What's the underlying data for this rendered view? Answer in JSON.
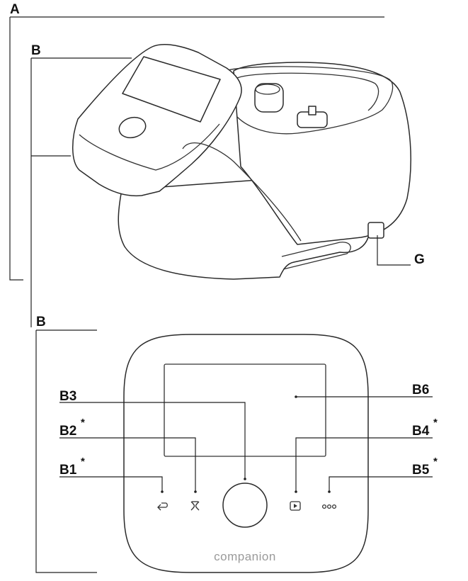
{
  "labels": {
    "a": "A",
    "b_top": "B",
    "b_bottom": "B",
    "g": "G",
    "b1": "B1",
    "b2": "B2",
    "b3": "B3",
    "b4": "B4",
    "b5": "B5",
    "b6": "B6",
    "asterisk": "*"
  },
  "panel": {
    "brand_text": "companion"
  },
  "icons": {
    "b1": "back-arrow-icon",
    "b2": "scale-icon",
    "b3": "selector-knob",
    "b4": "play-icon",
    "b5": "more-options-icon"
  }
}
